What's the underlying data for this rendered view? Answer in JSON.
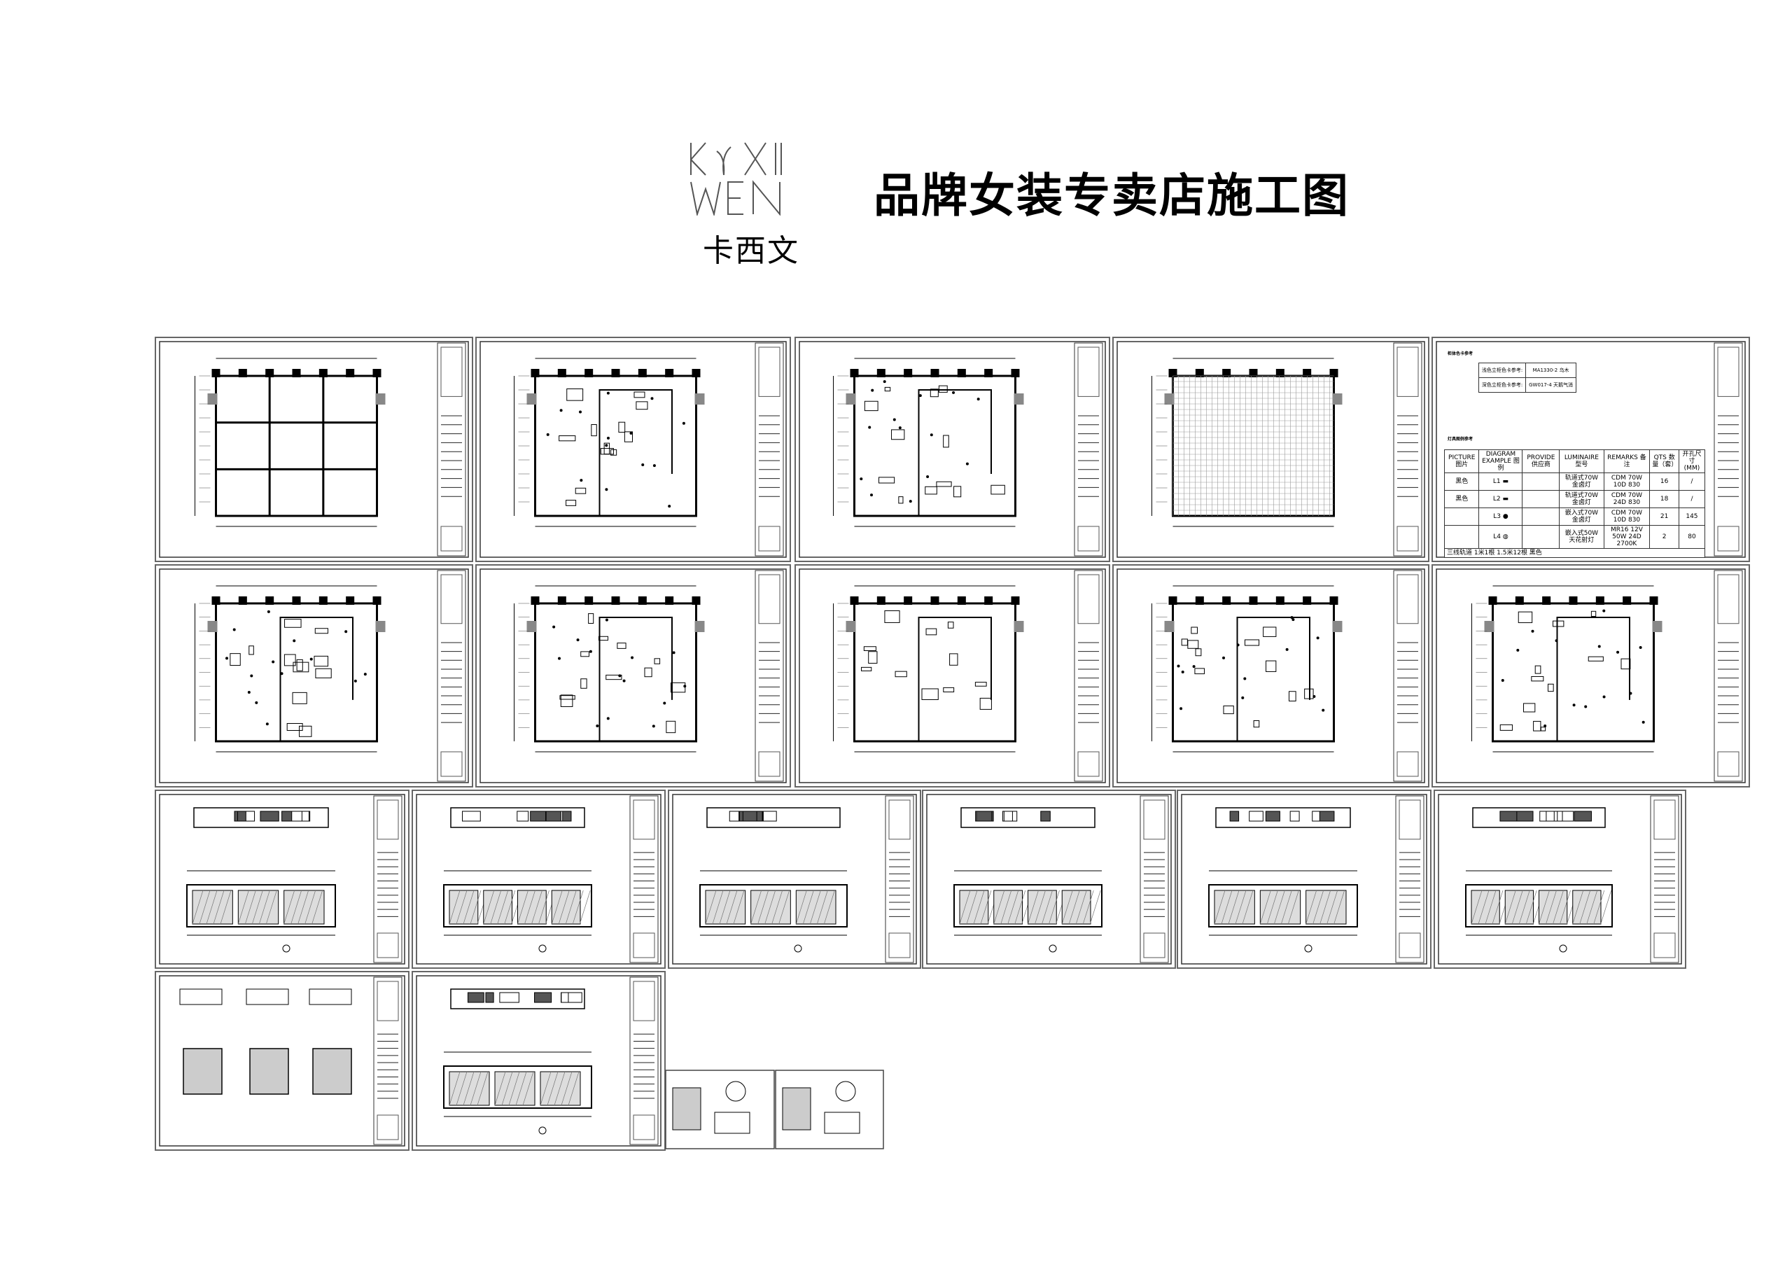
{
  "header": {
    "logo_text": "KAXI WEN",
    "logo_cn": "卡西文",
    "title": "品牌女装专卖店施工图"
  },
  "color_reference": {
    "caption": "柜体色卡参考",
    "rows": [
      {
        "label": "浅色立柜色卡参考:",
        "value": "MA1330-2 乌木"
      },
      {
        "label": "深色立柜色卡参考:",
        "value": "GW017-4 天鹅气消"
      }
    ]
  },
  "luminaire_schedule": {
    "caption": "灯具图例参考",
    "headers": [
      "PICTURE 图片",
      "DIAGRAM EXAMPLE 图例",
      "PROVIDE 供应商",
      "LUMINAIRE 型号",
      "REMARKS 备注",
      "QTS 数量（套）",
      "开孔尺寸 (MM)"
    ],
    "rows": [
      {
        "picture": "黑色",
        "code": "L1",
        "icon": "track-spotlight-icon",
        "provide": "",
        "luminaire": "轨道式70W 金卤灯",
        "remarks": "CDM 70W 10D 830",
        "qty": "16",
        "cutout": "/"
      },
      {
        "picture": "黑色",
        "code": "L2",
        "icon": "track-spotlight-icon",
        "provide": "",
        "luminaire": "轨道式70W 金卤灯",
        "remarks": "CDM 70W 24D 830",
        "qty": "18",
        "cutout": "/"
      },
      {
        "picture": "",
        "code": "L3",
        "icon": "recessed-light-icon",
        "provide": "",
        "luminaire": "嵌入式70W 金卤灯",
        "remarks": "CDM 70W 10D 830",
        "qty": "21",
        "cutout": "145"
      },
      {
        "picture": "",
        "code": "L4",
        "icon": "downlight-icon",
        "provide": "",
        "luminaire": "嵌入式50W 天花射灯",
        "remarks": "MR16 12V 50W 24D 2700K",
        "qty": "2",
        "cutout": "80"
      }
    ],
    "footer": "三线轨道    1米1根    1.5米12根    黑色"
  }
}
